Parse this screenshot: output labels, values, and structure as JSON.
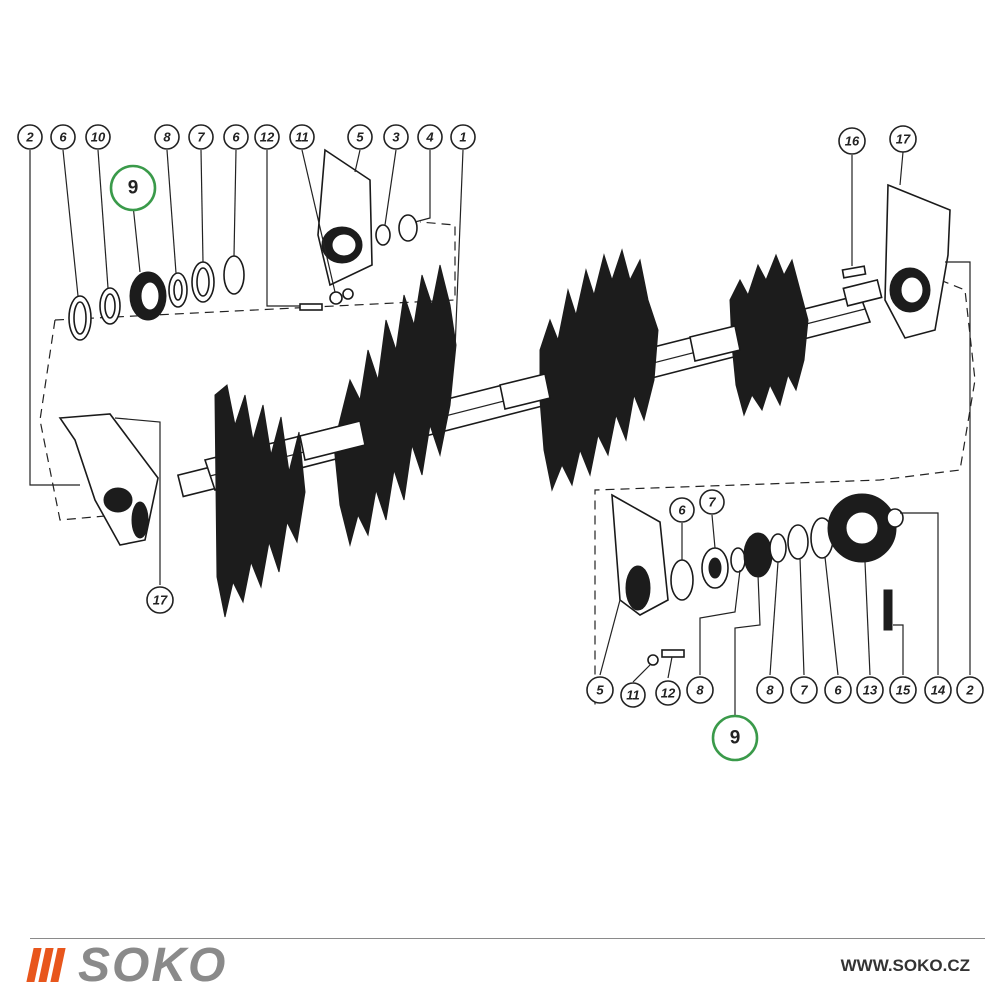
{
  "diagram": {
    "callouts_left_top": [
      "2",
      "6",
      "10",
      "8",
      "7",
      "6",
      "12",
      "11",
      "5",
      "3",
      "4",
      "1"
    ],
    "callouts_right_top": [
      "16",
      "17"
    ],
    "callout_left_housing": "17",
    "callouts_right_assembly": [
      "6",
      "7"
    ],
    "callouts_bottom_row": [
      "5",
      "11",
      "12",
      "8",
      "8",
      "7",
      "6",
      "13",
      "15",
      "14",
      "2"
    ],
    "highlight_label_top": "9",
    "highlight_label_bottom": "9",
    "highlight_color": "#3a9a4a"
  },
  "footer": {
    "brand": "SOKO",
    "brand_accent_color": "#e8561c",
    "brand_text_color": "#8a8a8a",
    "website": "WWW.SOKO.CZ"
  }
}
